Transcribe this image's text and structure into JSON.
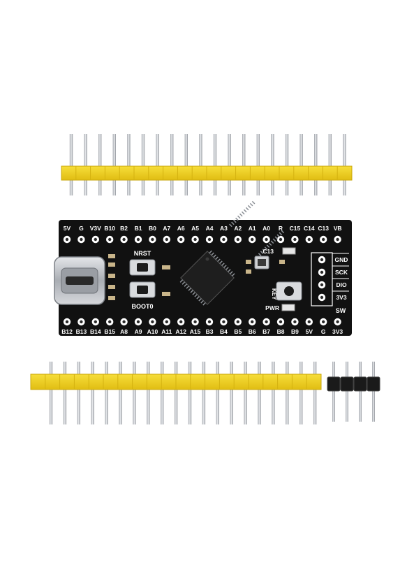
{
  "board": {
    "top_pin_labels": [
      "5V",
      "G",
      "V3V",
      "B10",
      "B2",
      "B1",
      "B0",
      "A7",
      "A6",
      "A5",
      "A4",
      "A3",
      "A2",
      "A1",
      "A0",
      "R",
      "C15",
      "C14",
      "C13",
      "VB"
    ],
    "bottom_pin_labels": [
      "B12",
      "B13",
      "B14",
      "B15",
      "A8",
      "A9",
      "A10",
      "A11",
      "A12",
      "A15",
      "B3",
      "B4",
      "B5",
      "B6",
      "B7",
      "B8",
      "B9",
      "5V",
      "G",
      "3V3"
    ],
    "swd_labels": [
      "GND",
      "SCK",
      "DIO",
      "3V3"
    ],
    "swd_title": "SW",
    "buttons": {
      "nrst": "NRST",
      "boot0": "BOOT0",
      "key": "KEY"
    },
    "leds": {
      "c13": "C13",
      "pwr": "PWR"
    }
  },
  "colors": {
    "pcb": "#111111",
    "silk": "#ffffff",
    "header_plastic": "#f2d21f",
    "pin_metal": "#c9ccd1",
    "usb_metal": "#c0c3c8"
  },
  "headers": {
    "long_pin_count": 20,
    "angle_pin_count": 4
  }
}
